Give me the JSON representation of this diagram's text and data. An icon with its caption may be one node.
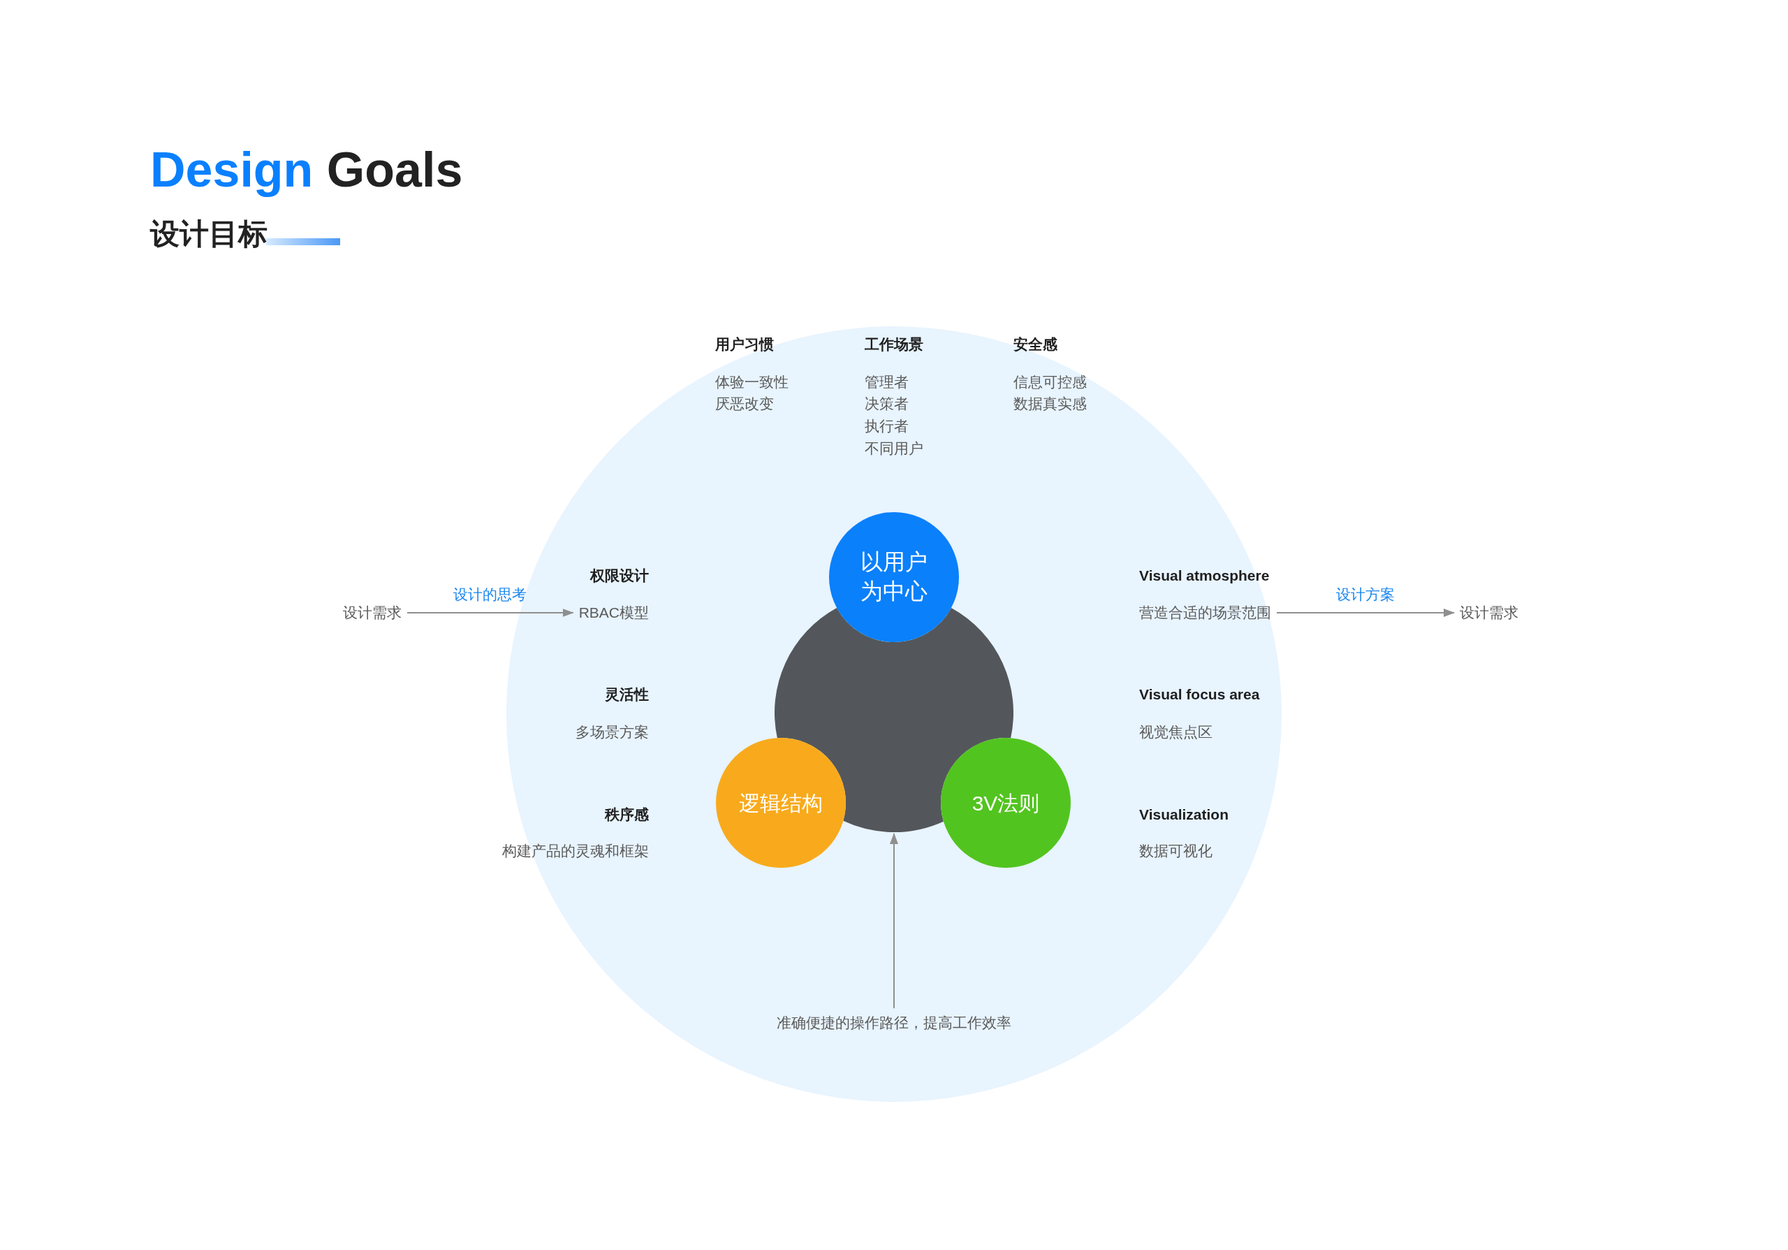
{
  "diagram": {
    "title": "Design Goals",
    "nodes": [
      {
        "text": [],
        "shape": "circle"
      },
      {
        "text": [
          "以用户为中心"
        ],
        "in": 0
      },
      {
        "text": [
          "设计需求"
        ]
      },
      {
        "text": [
          "权限设计",
          "RBAC模型"
        ],
        "in": 0
      },
      {
        "text": [
          "Visual atmosphere",
          "营造合适的场景范围"
        ],
        "in": 0
      },
      {
        "text": [
          "设计需求"
        ]
      },
      {
        "text": [],
        "shape": "circle",
        "in": 0
      },
      {
        "text": [
          "逻辑结构"
        ],
        "in": 0
      },
      {
        "text": [
          "3V法则"
        ],
        "in": 0
      },
      {
        "text": [
          "准确便捷的操作路径，提高工作效率"
        ],
        "in": 0
      }
    ],
    "edges": [
      {
        "from": 2,
        "to": 3,
        "arrow": "to",
        "label": "设计的思考"
      },
      {
        "from": 4,
        "to": 5,
        "arrow": "to",
        "label": "设计方案"
      },
      {
        "from": 9,
        "to": 6,
        "arrow": "to"
      }
    ],
    "labels": [
      "设计目标",
      "用户习惯",
      "体验一致性",
      "厌恶改变",
      "工作场景",
      "管理者",
      "决策者",
      "执行者",
      "不同用户",
      "安全感",
      "信息可控感",
      "数据真实感",
      "灵活性",
      "多场景方案",
      "秩序感",
      "构建产品的灵魂和框架",
      "Visual focus area",
      "视觉焦点区",
      "Visualization",
      "数据可视化"
    ]
  }
}
